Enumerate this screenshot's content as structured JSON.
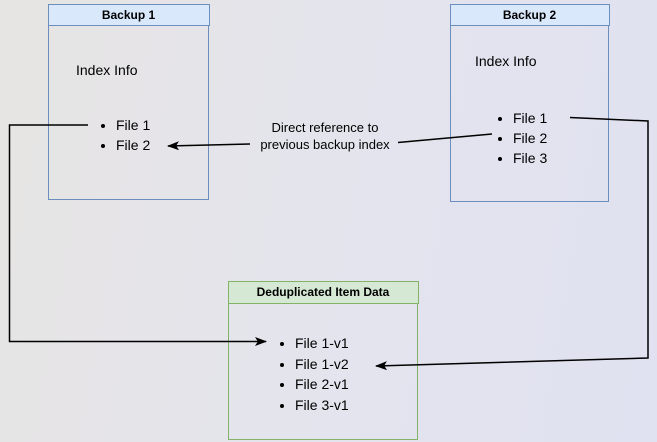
{
  "colors": {
    "blue_border": "#6c8ebf",
    "blue_fill": "#dae8fc",
    "green_border": "#82b366",
    "green_fill": "#d5e8d4",
    "line": "#000000"
  },
  "backup1": {
    "title": "Backup 1",
    "index_label": "Index Info",
    "files": [
      "File 1",
      "File 2"
    ]
  },
  "backup2": {
    "title": "Backup 2",
    "index_label": "Index Info",
    "files": [
      "File 1",
      "File 2",
      "File 3"
    ]
  },
  "dedup": {
    "title": "Deduplicated Item Data",
    "items": [
      "File 1-v1",
      "File 1-v2",
      "File 2-v1",
      "File 3-v1"
    ]
  },
  "annotation": {
    "line1": "Direct reference to",
    "line2": "previous backup index"
  }
}
